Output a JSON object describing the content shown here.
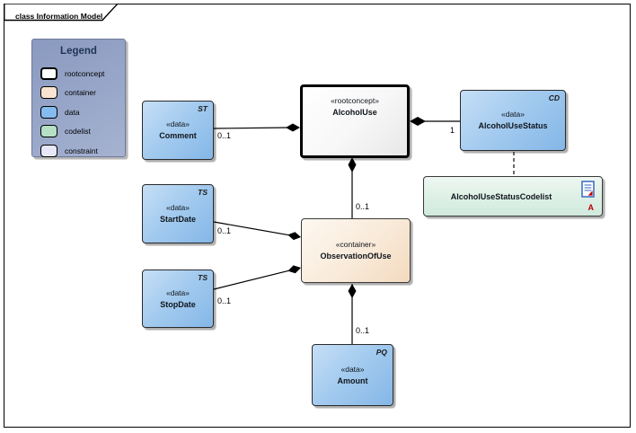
{
  "frame": {
    "tab_label": "class Information Model"
  },
  "legend": {
    "title": "Legend",
    "items": [
      {
        "label": "rootconcept",
        "color": "#FFFFFF"
      },
      {
        "label": "container",
        "color": "#F8E4D0"
      },
      {
        "label": "data",
        "color": "#85BBEE"
      },
      {
        "label": "codelist",
        "color": "#B5E0C6"
      },
      {
        "label": "constraint",
        "color": "#E7E7F8"
      }
    ]
  },
  "nodes": {
    "alcohol_use": {
      "stereotype": "«rootconcept»",
      "name": "AlcoholUse"
    },
    "comment": {
      "tag": "ST",
      "stereotype": "«data»",
      "name": "Comment"
    },
    "start_date": {
      "tag": "TS",
      "stereotype": "«data»",
      "name": "StartDate"
    },
    "stop_date": {
      "tag": "TS",
      "stereotype": "«data»",
      "name": "StopDate"
    },
    "alcohol_use_status": {
      "tag": "CD",
      "stereotype": "«data»",
      "name": "AlcoholUseStatus"
    },
    "codelist": {
      "name": "AlcoholUseStatusCodelist",
      "marker": "A",
      "icon": "linked-document-icon"
    },
    "observation_of_use": {
      "stereotype": "«container»",
      "name": "ObservationOfUse"
    },
    "amount": {
      "tag": "PQ",
      "stereotype": "«data»",
      "name": "Amount"
    }
  },
  "connectors": {
    "comment_to_alcoholuse": {
      "type": "composition",
      "multiplicity": "0..1"
    },
    "alcoholuse_to_status": {
      "type": "composition",
      "multiplicity": "1"
    },
    "alcoholuse_to_observation": {
      "type": "composition",
      "multiplicity": "0..1"
    },
    "startdate_to_observation": {
      "type": "composition",
      "multiplicity": "0..1"
    },
    "stopdate_to_observation": {
      "type": "composition",
      "multiplicity": "0..1"
    },
    "observation_to_amount": {
      "type": "composition",
      "multiplicity": "0..1"
    },
    "status_to_codelist": {
      "type": "dependency-dashed",
      "multiplicity": ""
    }
  },
  "colors": {
    "rootconcept_fill": "#FFFFFF",
    "container_fill": "#F8E4D0",
    "data_fill": "#85BBEE",
    "codelist_fill": "#D8EEE2",
    "constraint_fill": "#E7E7F8",
    "legend_bg": "#97A6C8",
    "legend_title": "#1F3455",
    "marker_red": "#C00000",
    "icon_blue": "#4472C4",
    "line": "#000000"
  }
}
